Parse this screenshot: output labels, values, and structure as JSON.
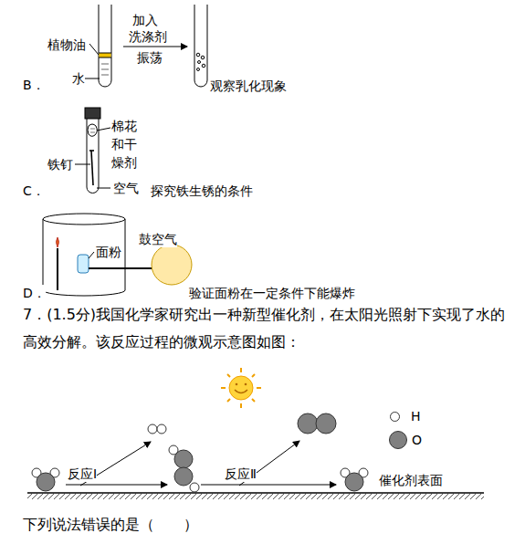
{
  "diagram": {
    "labels": [
      "B．",
      "植物油",
      "水",
      "加入",
      "洗涤剂",
      "振荡",
      "观察乳化现象",
      "C．",
      "棉花和干燥剂",
      "铁钉",
      "空气",
      "探究铁生锈的条件",
      "D．",
      "面粉",
      "鼓空气",
      "验证面粉在一定条件下能爆炸",
      "7．(1.5分)我国化学家研究出一种新型催化剂，在太阳光照射下实现了水的高效分解。该反应过程的微观示意图如图：",
      "反应Ⅰ",
      "反应Ⅱ",
      "催化剂表面",
      "下列说法错误的是（　　）"
    ],
    "legend": [
      {
        "text": "H",
        "color": "#ffffff"
      },
      {
        "text": "O",
        "color": "#808080"
      }
    ]
  }
}
